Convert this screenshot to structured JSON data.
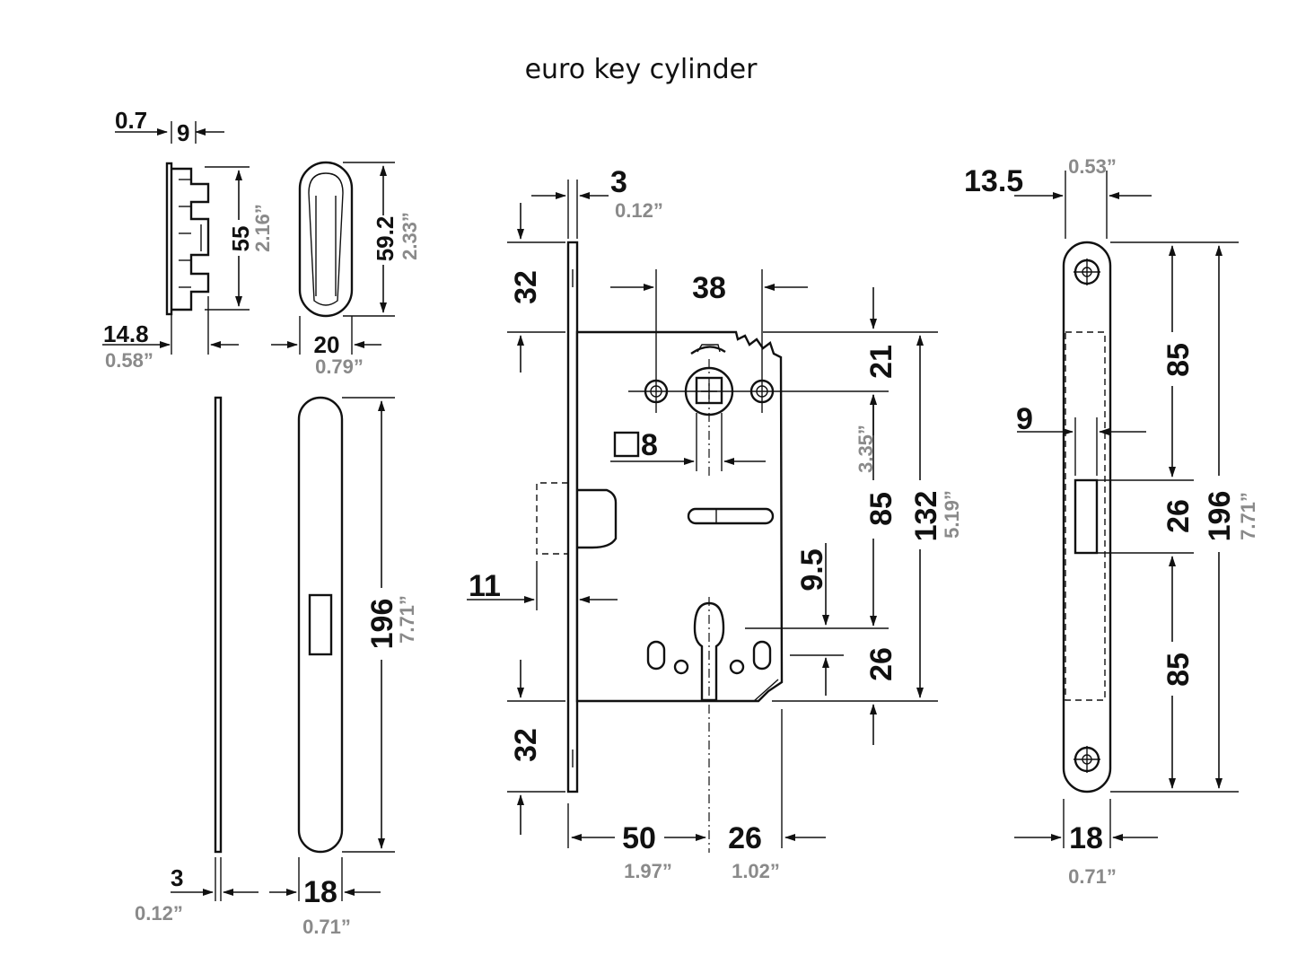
{
  "title": "euro key cylinder",
  "colors": {
    "ink": "#111111",
    "inch_text": "#8a8a8a",
    "background": "#ffffff"
  },
  "cover_plate": {
    "dim_0_7": "0.7",
    "dim_9": "9",
    "dim_55": "55",
    "dim_55_in": "2.16”",
    "dim_14_8": "14.8",
    "dim_14_8_in": "0.58”",
    "dim_59_2": "59.2",
    "dim_59_2_in": "2.33”",
    "dim_20": "20",
    "dim_20_in": "0.79”"
  },
  "strike_plate": {
    "dim_3": "3",
    "dim_3_in": "0.12”",
    "dim_196": "196",
    "dim_196_in": "7.71”",
    "dim_18": "18",
    "dim_18_in": "0.71”"
  },
  "lock_body": {
    "dim_3": "3",
    "dim_3_in": "0.12”",
    "dim_32_top": "32",
    "dim_38": "38",
    "dim_21": "21",
    "square_8": "8",
    "dim_3_35_in": "3.35”",
    "dim_85": "85",
    "dim_132": "132",
    "dim_132_in": "5.19”",
    "dim_9_5": "9.5",
    "dim_11": "11",
    "dim_26": "26",
    "dim_32_bottom": "32",
    "dim_50": "50",
    "dim_50_in": "1.97”",
    "dim_26_bottom": "26",
    "dim_26_bottom_in": "1.02”"
  },
  "faceplate": {
    "dim_13_5": "13.5",
    "dim_13_5_in": "0.53”",
    "dim_9": "9",
    "dim_85_top": "85",
    "dim_26": "26",
    "dim_85_bottom": "85",
    "dim_196": "196",
    "dim_196_in": "7.71”",
    "dim_18": "18",
    "dim_18_in": "0.71”"
  }
}
